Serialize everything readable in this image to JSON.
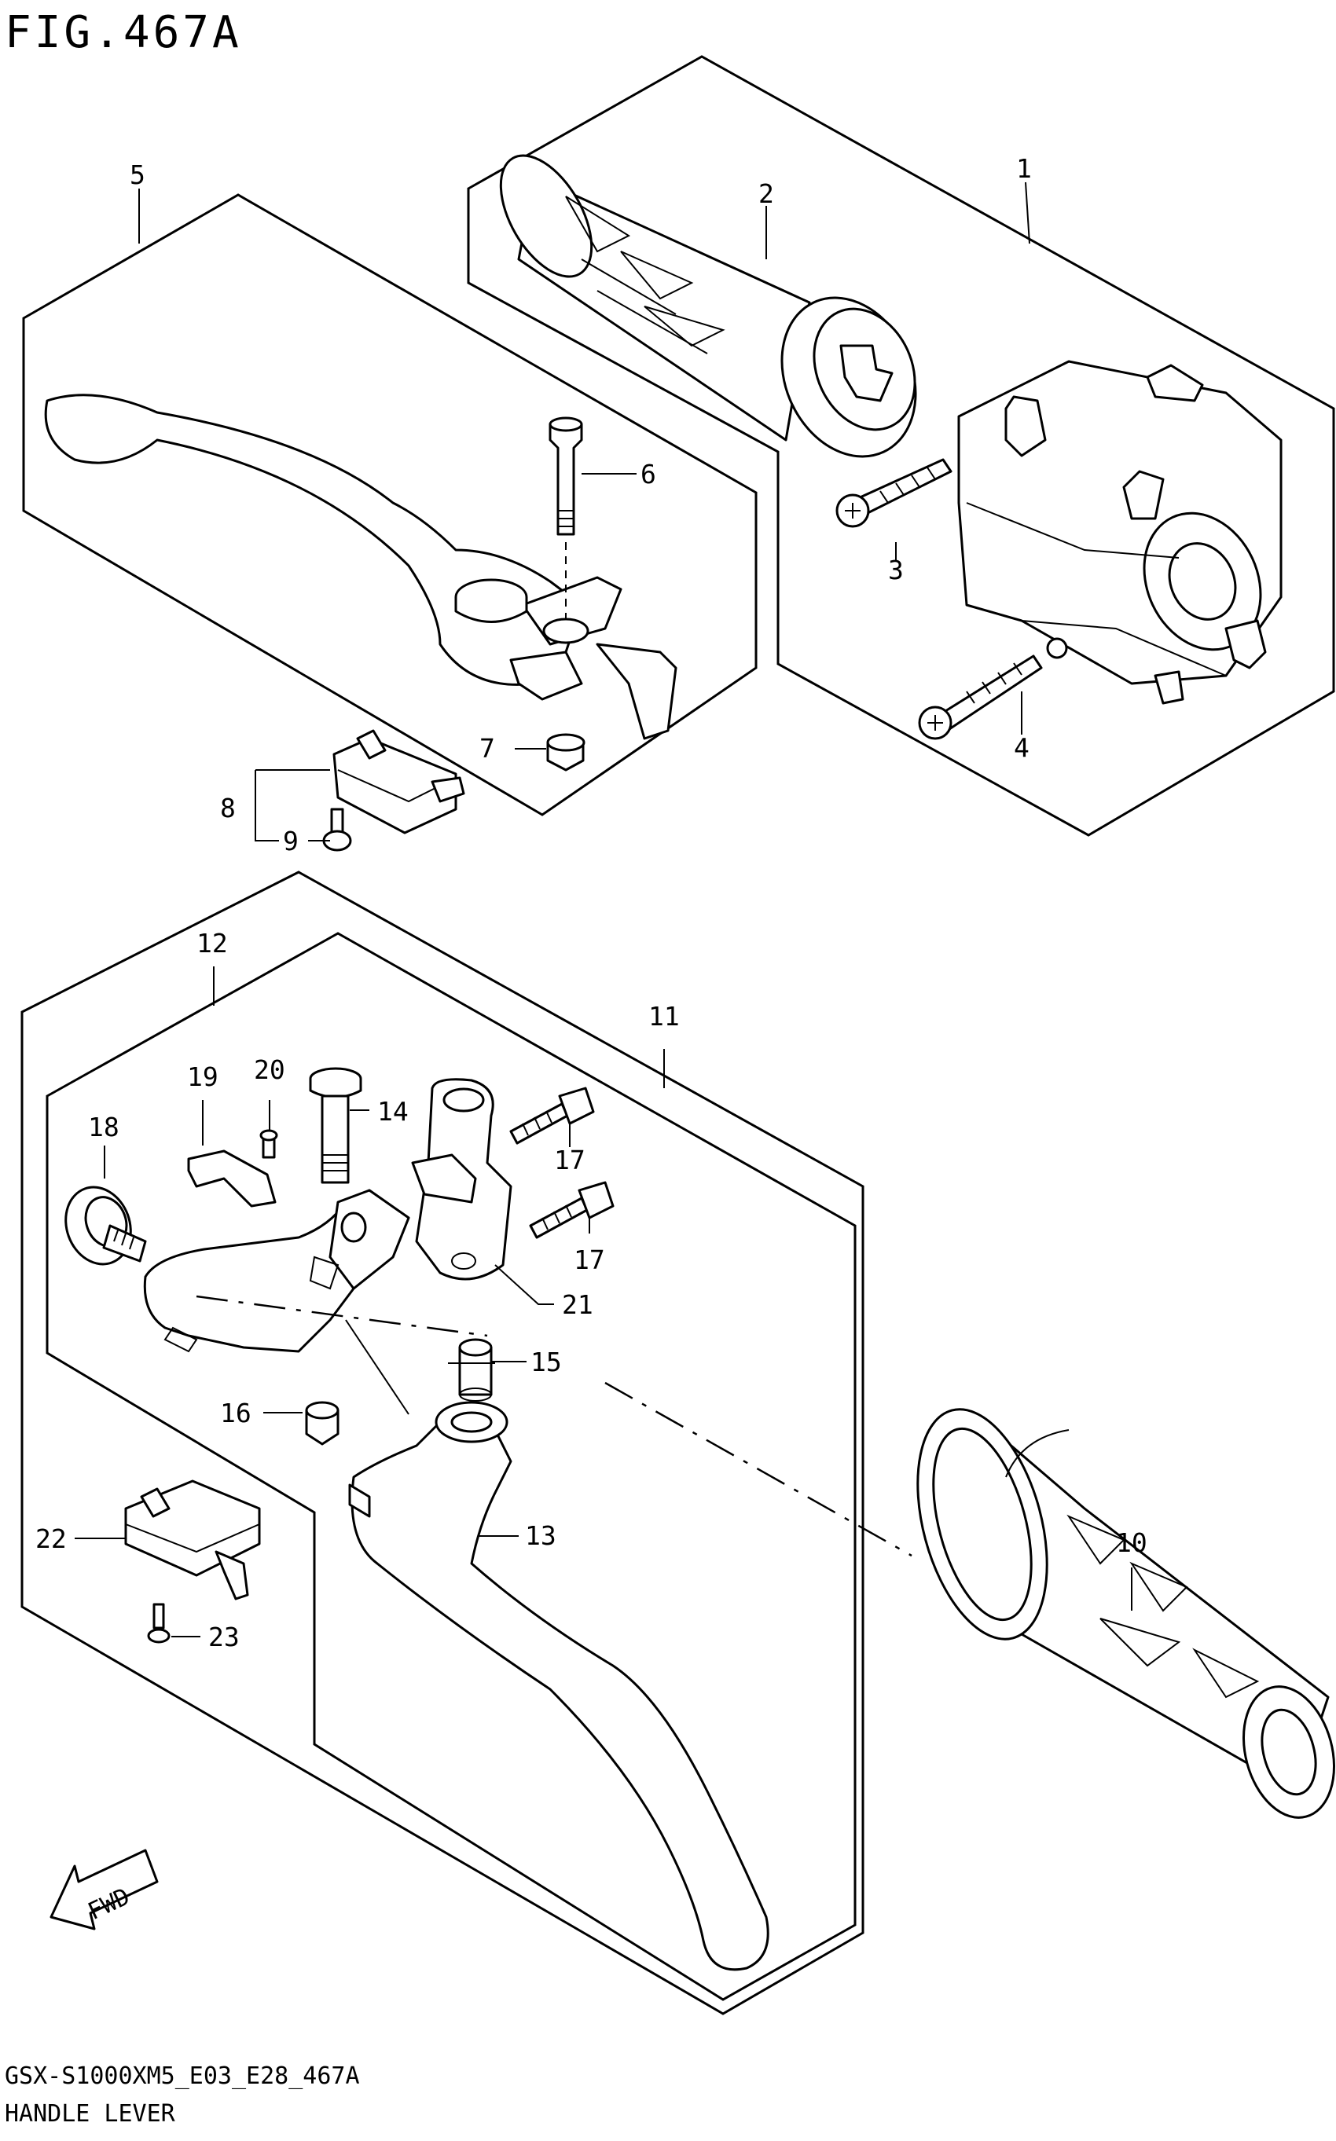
{
  "figure": {
    "title": "FIG.467A",
    "model_code": "GSX-S1000XM5_E03_E28_467A",
    "name": "HANDLE LEVER"
  },
  "callouts": {
    "p1": "1",
    "p2": "2",
    "p3": "3",
    "p4": "4",
    "p5": "5",
    "p6": "6",
    "p7": "7",
    "p8": "8",
    "p9": "9",
    "p10": "10",
    "p11": "11",
    "p12": "12",
    "p13": "13",
    "p14": "14",
    "p15": "15",
    "p16": "16",
    "p17a": "17",
    "p17b": "17",
    "p18": "18",
    "p19": "19",
    "p20": "20",
    "p21": "21",
    "p22": "22",
    "p23": "23"
  },
  "fwd_arrow": {
    "label": "FWD"
  }
}
